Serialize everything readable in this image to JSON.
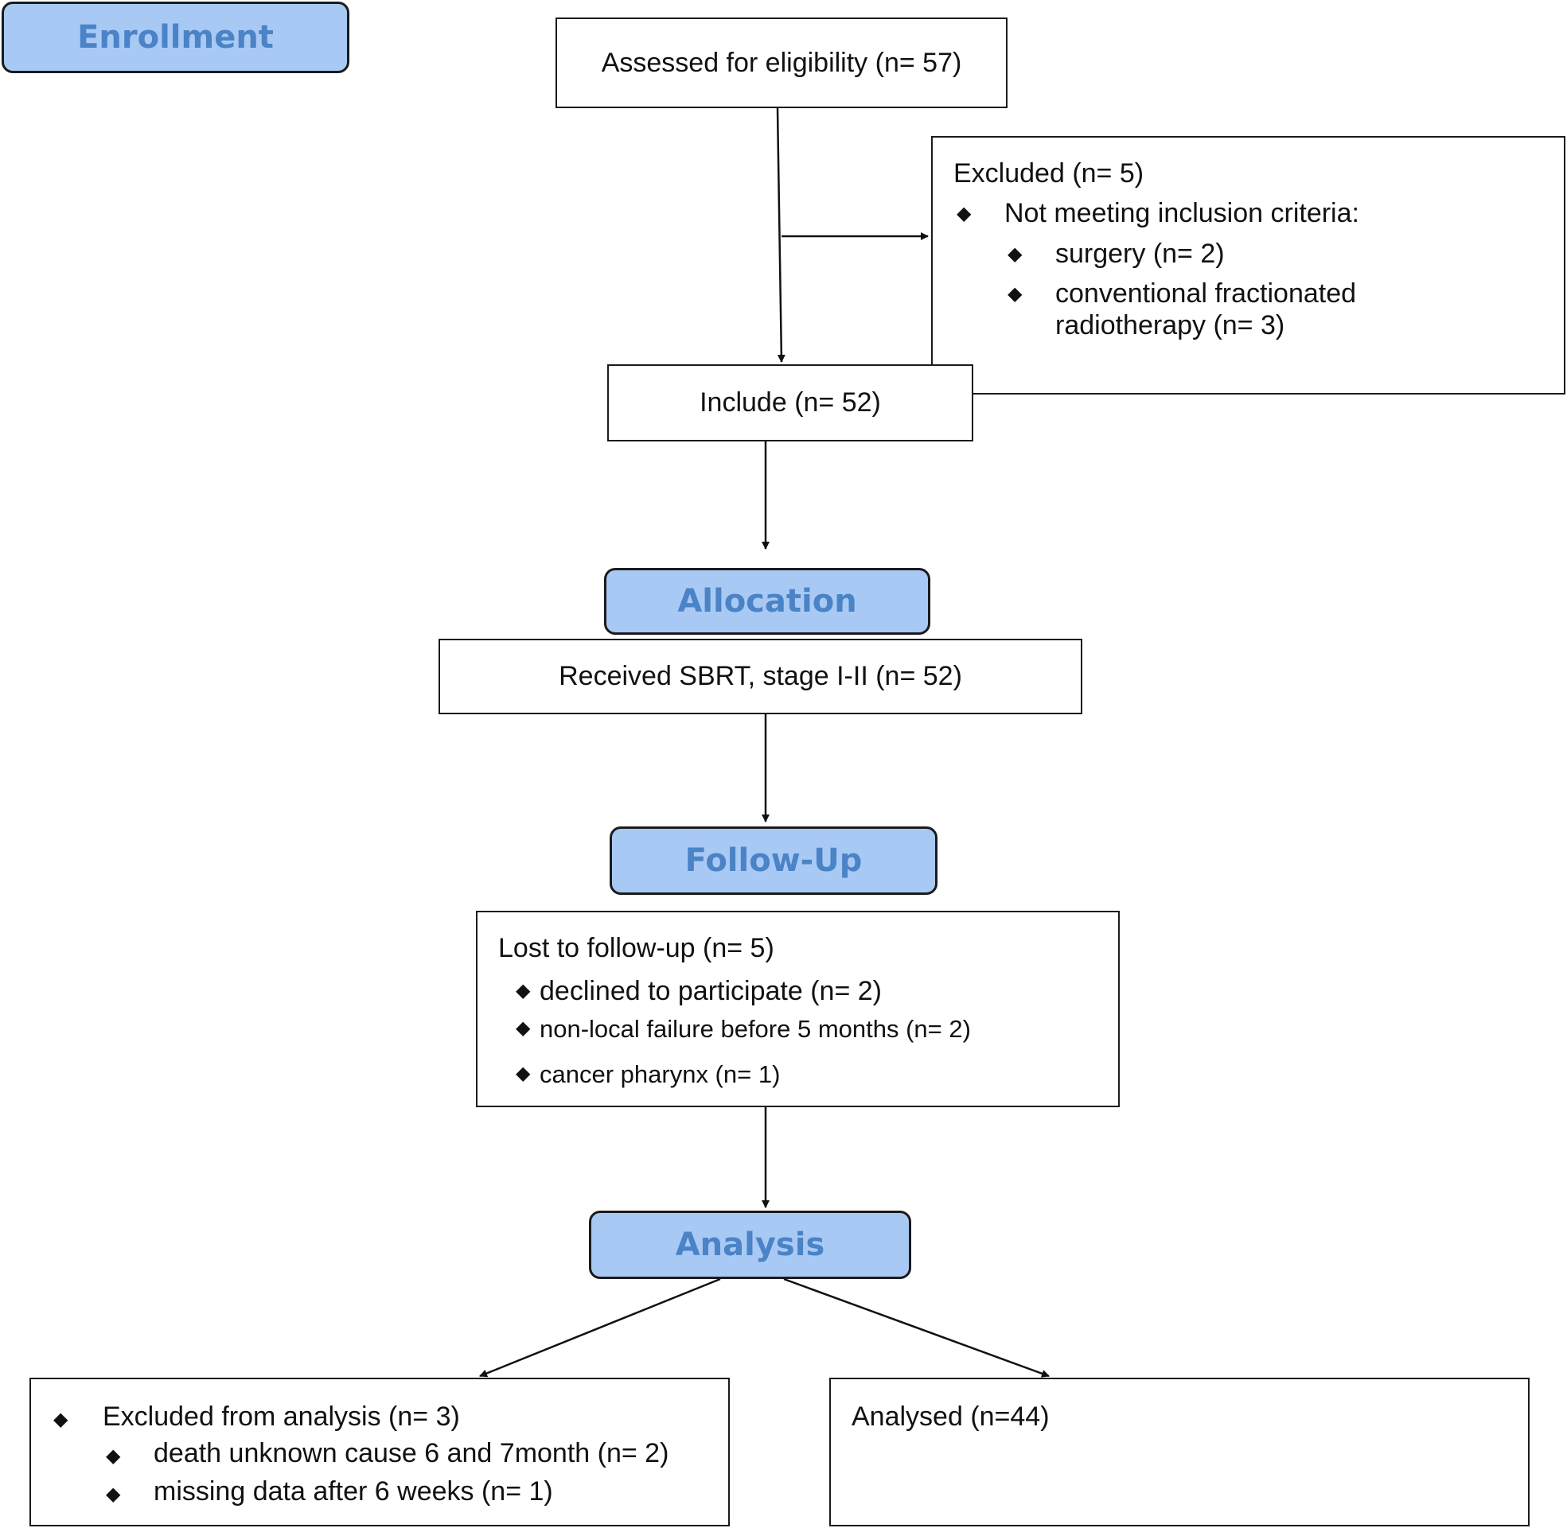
{
  "stages": {
    "enrollment": "Enrollment",
    "allocation": "Allocation",
    "follow_up": "Follow-Up",
    "analysis": "Analysis"
  },
  "assessed": "Assessed for eligibility (n= 57)",
  "excluded": {
    "title": "Excluded (n= 5)",
    "reason": "Not meeting inclusion criteria:",
    "items": [
      "surgery (n= 2)",
      "conventional fractionated",
      "radiotherapy (n= 3)"
    ]
  },
  "include": "Include (n= 52)",
  "received": "Received SBRT, stage I-II (n= 52)",
  "lost": {
    "title": "Lost to follow-up (n= 5)",
    "items": [
      "declined to participate (n= 2)",
      "non-local failure before 5 months (n= 2)",
      "cancer pharynx (n= 1)"
    ]
  },
  "excluded_analysis": {
    "title": "Excluded from analysis (n= 3)",
    "items": [
      "death unknown cause 6 and 7month (n= 2)",
      "missing data after 6 weeks (n= 1)"
    ]
  },
  "analysed": "Analysed (n=44)",
  "bullet": "◆"
}
